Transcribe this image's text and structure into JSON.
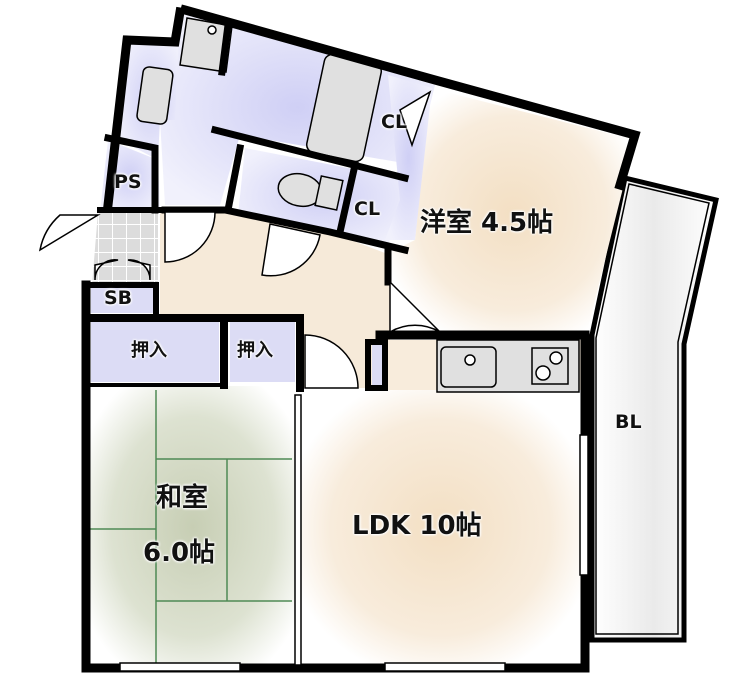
{
  "floor_plan": {
    "rooms": {
      "western_room": {
        "name": "洋室",
        "size": "4.5帖",
        "label": "洋室 4.5帖"
      },
      "ldk": {
        "name": "LDK",
        "size": "10帖",
        "label": "LDK 10帖"
      },
      "japanese_room": {
        "name": "和室",
        "size": "6.0帖"
      },
      "closet_1": {
        "label": "CL"
      },
      "closet_2": {
        "label": "CL"
      },
      "pipe_space": {
        "label": "PS"
      },
      "shoe_box": {
        "label": "SB"
      },
      "oshiire_1": {
        "label": "押入"
      },
      "oshiire_2": {
        "label": "押入"
      },
      "balcony": {
        "label": "BL"
      }
    },
    "colors": {
      "wall": "#000000",
      "wet_area": "#d9d9f7",
      "storage": "#dcdcf5",
      "floor_wood": "#f5e6d2",
      "tatami": "#c9cfb8",
      "tatami_line": "#4f8a55",
      "fixture": "#e0e0e0",
      "balcony": "#efefef"
    }
  }
}
